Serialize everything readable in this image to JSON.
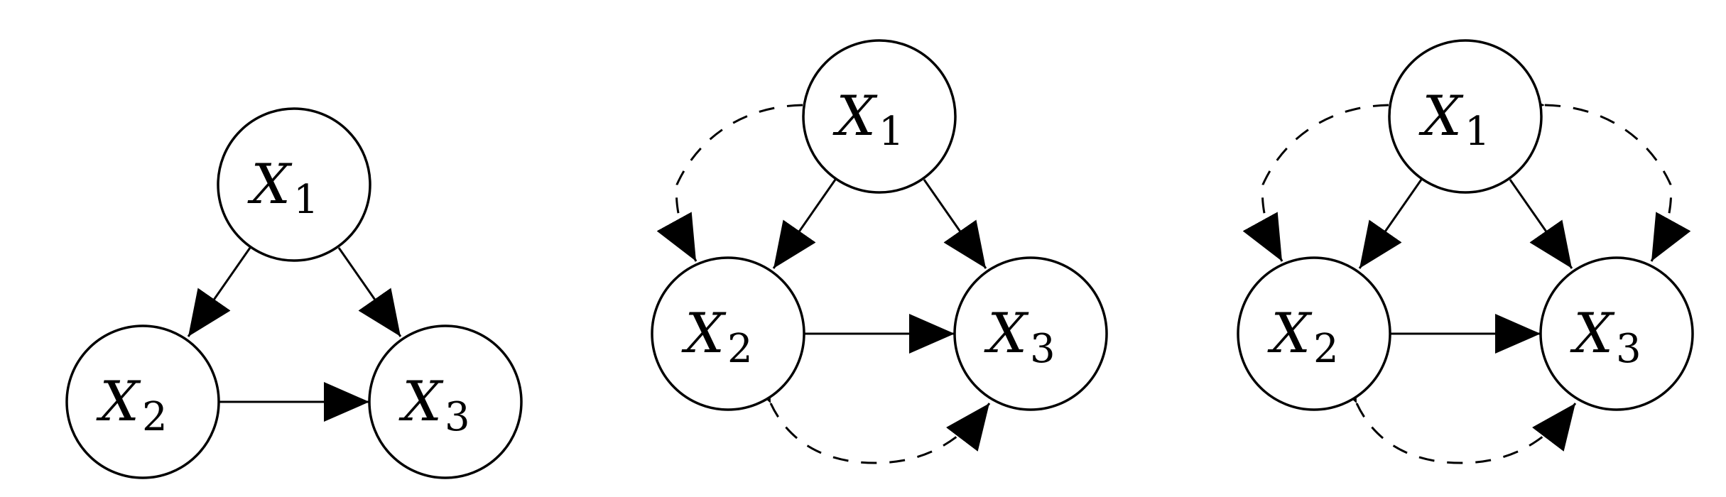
{
  "colors": {
    "stroke": "#000000",
    "fill": "#ffffff",
    "background": "#ffffff"
  },
  "nodes": {
    "x1": {
      "symbol": "X",
      "index": "1"
    },
    "x2": {
      "symbol": "X",
      "index": "2"
    },
    "x3": {
      "symbol": "X",
      "index": "3"
    }
  },
  "graphs": [
    {
      "directed_edges": [
        [
          "x1",
          "x2"
        ],
        [
          "x1",
          "x3"
        ],
        [
          "x2",
          "x3"
        ]
      ],
      "bidirected_edges": []
    },
    {
      "directed_edges": [
        [
          "x1",
          "x2"
        ],
        [
          "x1",
          "x3"
        ],
        [
          "x2",
          "x3"
        ]
      ],
      "bidirected_edges": [
        [
          "x1",
          "x2"
        ],
        [
          "x2",
          "x3"
        ]
      ]
    },
    {
      "directed_edges": [
        [
          "x1",
          "x2"
        ],
        [
          "x1",
          "x3"
        ],
        [
          "x2",
          "x3"
        ]
      ],
      "bidirected_edges": [
        [
          "x1",
          "x2"
        ],
        [
          "x1",
          "x3"
        ],
        [
          "x2",
          "x3"
        ]
      ]
    }
  ]
}
